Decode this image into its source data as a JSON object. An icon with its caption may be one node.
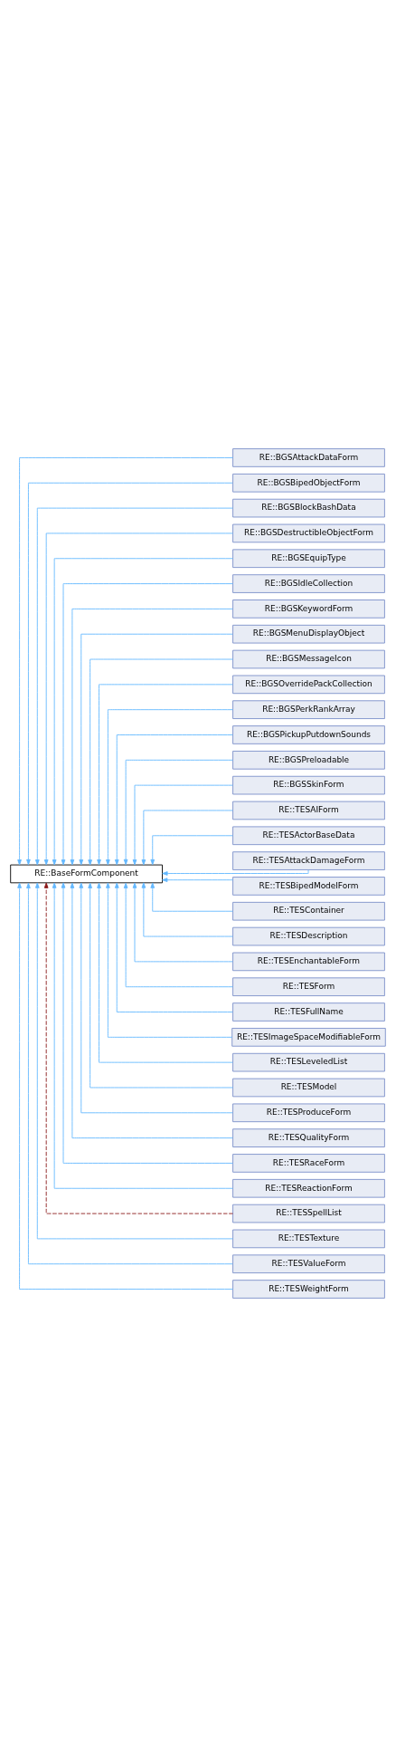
{
  "diagram": {
    "nodes": [
      {
        "text": [
          "RE::BaseFormComponent"
        ]
      },
      {
        "text": [
          "RE::BGSAttackDataForm"
        ]
      },
      {
        "text": [
          "RE::BGSBipedObjectForm"
        ]
      },
      {
        "text": [
          "RE::BGSBlockBashData"
        ]
      },
      {
        "text": [
          "RE::BGSDestructibleObjectForm"
        ]
      },
      {
        "text": [
          "RE::BGSEquipType"
        ]
      },
      {
        "text": [
          "RE::BGSIdleCollection"
        ]
      },
      {
        "text": [
          "RE::BGSKeywordForm"
        ]
      },
      {
        "text": [
          "RE::BGSMenuDisplayObject"
        ]
      },
      {
        "text": [
          "RE::BGSMessageIcon"
        ]
      },
      {
        "text": [
          "RE::BGSOverridePackCollection"
        ]
      },
      {
        "text": [
          "RE::BGSPerkRankArray"
        ]
      },
      {
        "text": [
          "RE::BGSPickupPutdownSounds"
        ]
      },
      {
        "text": [
          "RE::BGSPreloadable"
        ]
      },
      {
        "text": [
          "RE::BGSSkinForm"
        ]
      },
      {
        "text": [
          "RE::TESAIForm"
        ]
      },
      {
        "text": [
          "RE::TESActorBaseData"
        ]
      },
      {
        "text": [
          "RE::TESAttackDamageForm"
        ]
      },
      {
        "text": [
          "RE::TESBipedModelForm"
        ]
      },
      {
        "text": [
          "RE::TESContainer"
        ]
      },
      {
        "text": [
          "RE::TESDescription"
        ]
      },
      {
        "text": [
          "RE::TESEnchantableForm"
        ]
      },
      {
        "text": [
          "RE::TESForm"
        ]
      },
      {
        "text": [
          "RE::TESFullName"
        ]
      },
      {
        "text": [
          "RE::TESImageSpaceModifiableForm"
        ]
      },
      {
        "text": [
          "RE::TESLeveledList"
        ]
      },
      {
        "text": [
          "RE::TESModel"
        ]
      },
      {
        "text": [
          "RE::TESProduceForm"
        ]
      },
      {
        "text": [
          "RE::TESQualityForm"
        ]
      },
      {
        "text": [
          "RE::TESRaceForm"
        ]
      },
      {
        "text": [
          "RE::TESReactionForm"
        ]
      },
      {
        "text": [
          "RE::TESSpellList"
        ]
      },
      {
        "text": [
          "RE::TESTexture"
        ]
      },
      {
        "text": [
          "RE::TESValueForm"
        ]
      },
      {
        "text": [
          "RE::TESWeightForm"
        ]
      }
    ],
    "edges": [
      {
        "from": 1,
        "to": 0,
        "arrow": "to"
      },
      {
        "from": 2,
        "to": 0,
        "arrow": "to"
      },
      {
        "from": 3,
        "to": 0,
        "arrow": "to"
      },
      {
        "from": 4,
        "to": 0,
        "arrow": "to"
      },
      {
        "from": 5,
        "to": 0,
        "arrow": "to"
      },
      {
        "from": 6,
        "to": 0,
        "arrow": "to"
      },
      {
        "from": 7,
        "to": 0,
        "arrow": "to"
      },
      {
        "from": 8,
        "to": 0,
        "arrow": "to"
      },
      {
        "from": 9,
        "to": 0,
        "arrow": "to"
      },
      {
        "from": 10,
        "to": 0,
        "arrow": "to"
      },
      {
        "from": 11,
        "to": 0,
        "arrow": "to"
      },
      {
        "from": 12,
        "to": 0,
        "arrow": "to"
      },
      {
        "from": 13,
        "to": 0,
        "arrow": "to"
      },
      {
        "from": 14,
        "to": 0,
        "arrow": "to"
      },
      {
        "from": 15,
        "to": 0,
        "arrow": "to"
      },
      {
        "from": 16,
        "to": 0,
        "arrow": "to"
      },
      {
        "from": 17,
        "to": 0,
        "arrow": "to"
      },
      {
        "from": 18,
        "to": 0,
        "arrow": "to"
      },
      {
        "from": 19,
        "to": 0,
        "arrow": "to"
      },
      {
        "from": 20,
        "to": 0,
        "arrow": "to"
      },
      {
        "from": 21,
        "to": 0,
        "arrow": "to"
      },
      {
        "from": 22,
        "to": 0,
        "arrow": "to"
      },
      {
        "from": 23,
        "to": 0,
        "arrow": "to"
      },
      {
        "from": 24,
        "to": 0,
        "arrow": "to"
      },
      {
        "from": 25,
        "to": 0,
        "arrow": "to"
      },
      {
        "from": 26,
        "to": 0,
        "arrow": "to"
      },
      {
        "from": 27,
        "to": 0,
        "arrow": "to"
      },
      {
        "from": 28,
        "to": 0,
        "arrow": "to"
      },
      {
        "from": 29,
        "to": 0,
        "arrow": "to"
      },
      {
        "from": 30,
        "to": 0,
        "arrow": "to"
      },
      {
        "from": 31,
        "to": 0,
        "arrow": "to",
        "style": "dashed",
        "color": "#8b1a1a"
      },
      {
        "from": 32,
        "to": 0,
        "arrow": "to"
      },
      {
        "from": 33,
        "to": 0,
        "arrow": "to"
      },
      {
        "from": 34,
        "to": 0,
        "arrow": "to"
      }
    ]
  }
}
